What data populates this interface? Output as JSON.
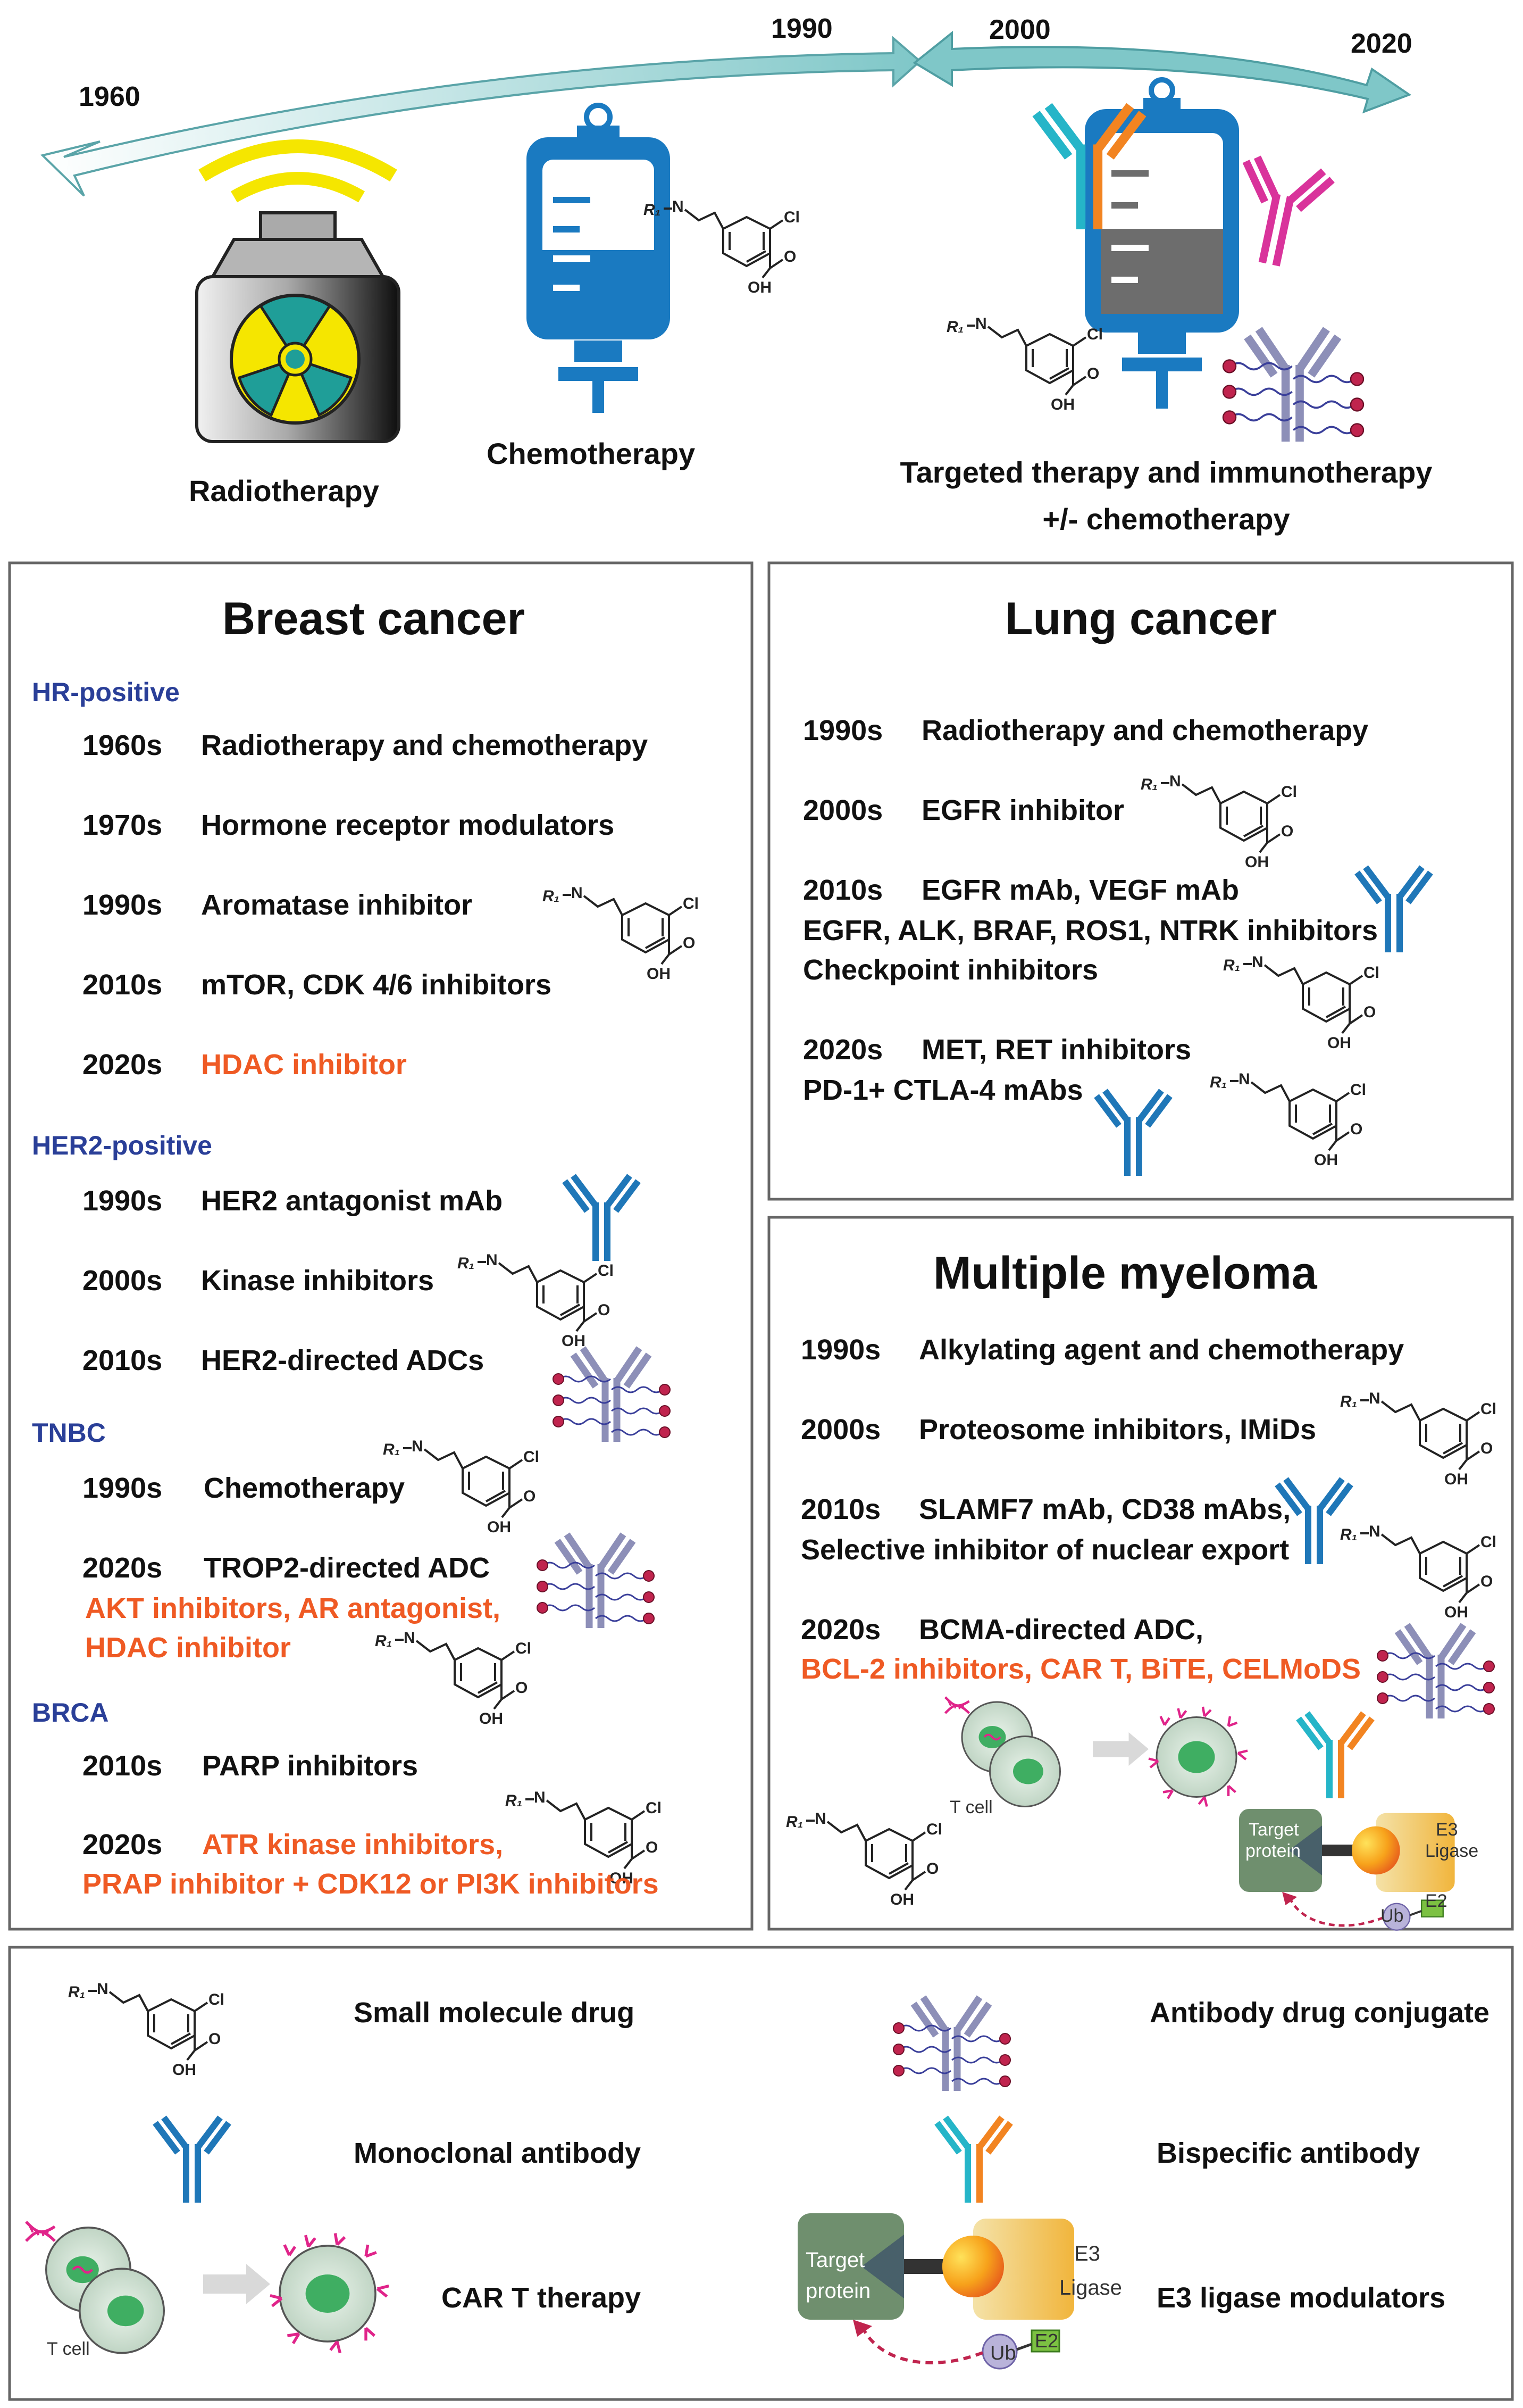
{
  "timeline": {
    "years": [
      "1960",
      "1990",
      "2000",
      "2020"
    ],
    "eras": {
      "radiotherapy": "Radiotherapy",
      "chemotherapy": "Chemotherapy",
      "targeted_1": "Targeted therapy and immunotherapy",
      "targeted_2": "+/- chemotherapy"
    }
  },
  "breast": {
    "title": "Breast cancer",
    "hr": {
      "heading": "HR-positive",
      "rows": [
        {
          "decade": "1960s",
          "text": "Radiotherapy and chemotherapy"
        },
        {
          "decade": "1970s",
          "text": "Hormone receptor modulators"
        },
        {
          "decade": "1990s",
          "text": "Aromatase inhibitor"
        },
        {
          "decade": "2010s",
          "text": "mTOR, CDK 4/6 inhibitors"
        },
        {
          "decade": "2020s",
          "text": "HDAC inhibitor"
        }
      ]
    },
    "her2": {
      "heading": "HER2-positive",
      "rows": [
        {
          "decade": "1990s",
          "text": "HER2 antagonist mAb"
        },
        {
          "decade": "2000s",
          "text": "Kinase inhibitors"
        },
        {
          "decade": "2010s",
          "text": "HER2-directed ADCs"
        }
      ]
    },
    "tnbc": {
      "heading": "TNBC",
      "rows": [
        {
          "decade": "1990s",
          "text": "Chemotherapy"
        },
        {
          "decade": "2020s",
          "text": "TROP2-directed ADC"
        }
      ],
      "extra_1": "AKT inhibitors, AR antagonist,",
      "extra_2": "HDAC inhibitor"
    },
    "brca": {
      "heading": "BRCA",
      "rows": [
        {
          "decade": "2010s",
          "text": "PARP inhibitors"
        },
        {
          "decade": "2020s",
          "text": "ATR kinase inhibitors,"
        }
      ],
      "extra_1": "PRAP inhibitor + CDK12 or PI3K inhibitors"
    }
  },
  "lung": {
    "title": "Lung cancer",
    "rows": [
      {
        "decade": "1990s",
        "text": "Radiotherapy and chemotherapy"
      },
      {
        "decade": "2000s",
        "text": "EGFR inhibitor"
      },
      {
        "decade": "2010s",
        "text": "EGFR mAb, VEGF mAb"
      },
      {
        "decade": "2020s",
        "text": "MET, RET inhibitors"
      }
    ],
    "line_2010_b": "EGFR, ALK, BRAF, ROS1, NTRK inhibitors",
    "line_2010_c": "Checkpoint inhibitors",
    "line_2020_b": "PD-1+ CTLA-4 mAbs"
  },
  "myeloma": {
    "title": "Multiple myeloma",
    "rows": [
      {
        "decade": "1990s",
        "text": "Alkylating agent and chemotherapy"
      },
      {
        "decade": "2000s",
        "text": "Proteosome inhibitors, IMiDs"
      },
      {
        "decade": "2010s",
        "text": "SLAMF7 mAb, CD38 mAbs,"
      },
      {
        "decade": "2020s",
        "text": "BCMA-directed ADC,"
      }
    ],
    "line_2010_b": "Selective inhibitor of nuclear export",
    "line_2020_b": "BCL-2 inhibitors, CAR T, BiTE, CELMoDS"
  },
  "legend": {
    "small_molecule": "Small molecule drug",
    "adc": "Antibody drug conjugate",
    "mab": "Monoclonal antibody",
    "bispecific": "Bispecific antibody",
    "car_t": "CAR T therapy",
    "e3": "E3 ligase modulators"
  },
  "diagram_labels": {
    "t_cell": "T cell",
    "target_1": "Target",
    "target_2": "protein",
    "e3_1": "E3",
    "e3_2": "Ligase",
    "ub": "Ub",
    "e2": "E2",
    "r1": "R₁",
    "n": "N",
    "cl": "Cl",
    "o": "O",
    "oh": "OH"
  },
  "colors": {
    "heading_blue": "#2a3f98",
    "highlight_orange": "#ef5a24",
    "antibody_blue": "#1f77b8",
    "bag_blue": "#1a7ac1",
    "arrow_teal": "#75c3c5",
    "radiation_yellow": "#f5e600",
    "adc_purple": "#8d8fb8",
    "payload_red": "#c0244e",
    "cart_magenta": "#e0248a"
  }
}
